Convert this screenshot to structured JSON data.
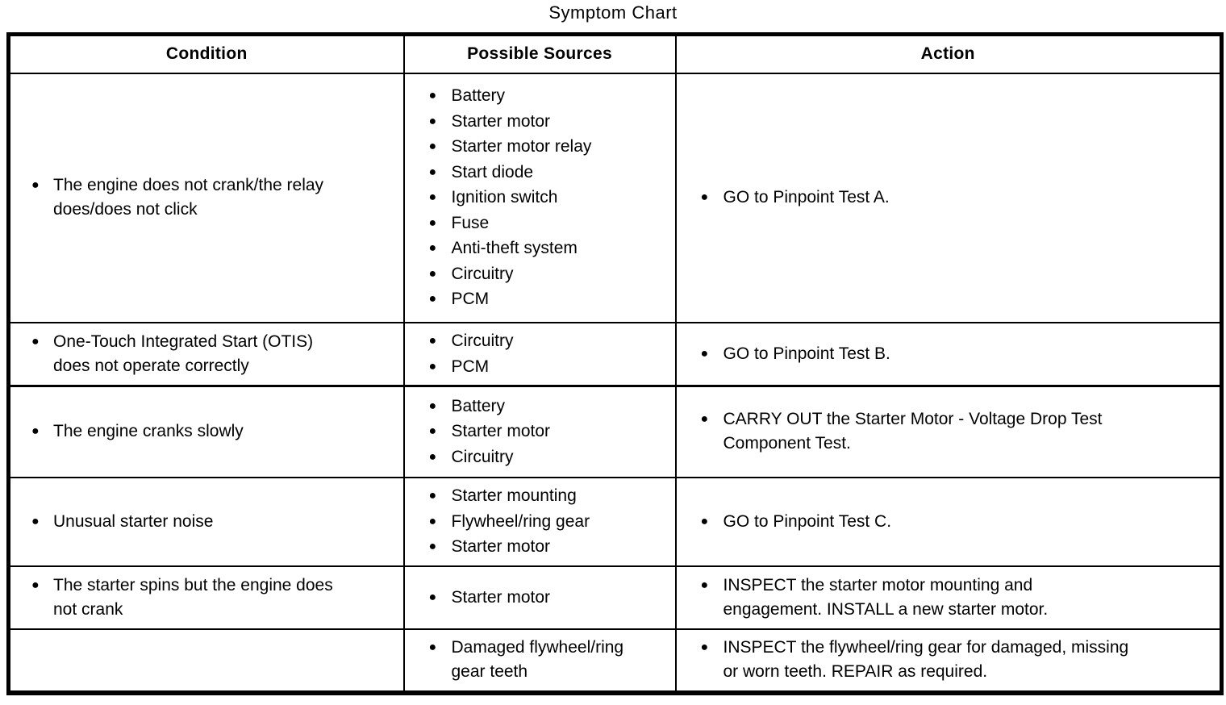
{
  "title": "Symptom Chart",
  "colors": {
    "text": "#000000",
    "border": "#000000",
    "background": "#ffffff"
  },
  "table": {
    "headers": [
      "Condition",
      "Possible Sources",
      "Action"
    ],
    "rows": [
      {
        "condition": [
          "The engine does not crank/the relay\ndoes/does not click"
        ],
        "sources": [
          "Battery",
          "Starter motor",
          "Starter motor relay",
          "Start diode",
          "Ignition switch",
          "Fuse",
          "Anti-theft system",
          "Circuitry",
          "PCM"
        ],
        "action": [
          "GO to Pinpoint Test A."
        ]
      },
      {
        "condition": [
          "One-Touch Integrated Start (OTIS)\ndoes not operate correctly"
        ],
        "sources": [
          "Circuitry",
          "PCM"
        ],
        "action": [
          "GO to Pinpoint Test B."
        ]
      },
      {
        "condition": [
          "The engine cranks slowly"
        ],
        "sources": [
          "Battery",
          "Starter motor",
          "Circuitry"
        ],
        "action": [
          "CARRY OUT the Starter Motor - Voltage Drop Test\nComponent Test."
        ]
      },
      {
        "condition": [
          "Unusual starter noise"
        ],
        "sources": [
          "Starter mounting",
          "Flywheel/ring gear",
          "Starter motor"
        ],
        "action": [
          "GO to Pinpoint Test C."
        ]
      },
      {
        "condition": [
          "The starter spins but the engine does\nnot crank"
        ],
        "sources": [
          "Starter motor"
        ],
        "action": [
          "INSPECT the starter motor mounting and\nengagement. INSTALL a new starter motor."
        ]
      },
      {
        "condition": [],
        "sources": [
          "Damaged flywheel/ring\ngear teeth"
        ],
        "action": [
          "INSPECT the flywheel/ring gear for damaged, missing\nor worn teeth. REPAIR as required."
        ]
      }
    ]
  }
}
